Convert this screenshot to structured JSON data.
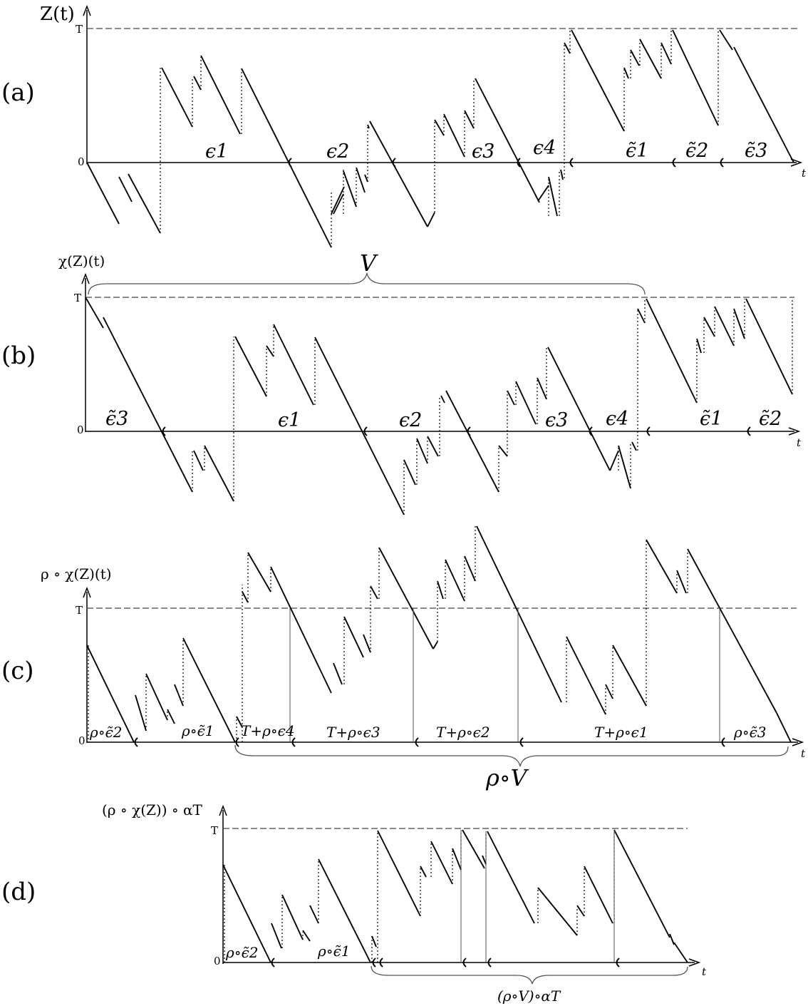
{
  "panels": {
    "a": {
      "label": "(a)",
      "ylabel": "Z(t)",
      "t_tick": "T",
      "zero_tick": "0",
      "xaxis_label": "t",
      "segments": [
        "ϵ1",
        "ϵ2",
        "ϵ3",
        "ϵ4",
        "ϵ̃1",
        "ϵ̃2",
        "ϵ̃3"
      ]
    },
    "b": {
      "label": "(b)",
      "ylabel": "χ(Z)(t)",
      "t_tick": "T",
      "zero_tick": "0",
      "xaxis_label": "t",
      "brace_label": "V",
      "segments": [
        "ϵ̃3",
        "ϵ1",
        "ϵ2",
        "ϵ3",
        "ϵ4",
        "ϵ̃1",
        "ϵ̃2"
      ]
    },
    "c": {
      "label": "(c)",
      "ylabel": "ρ ∘ χ(Z)(t)",
      "t_tick": "T",
      "zero_tick": "0",
      "xaxis_label": "t",
      "brace_label": "ρ∘V",
      "segments": [
        "ρ∘ϵ̃2",
        "ρ∘ϵ̃1",
        "T+ρ∘ϵ4",
        "T+ρ∘ϵ3",
        "T+ρ∘ϵ2",
        "T+ρ∘ϵ1",
        "ρ∘ϵ̃3"
      ]
    },
    "d": {
      "label": "(d)",
      "ylabel": "(ρ ∘ χ(Z)) ∘ αT",
      "t_tick": "T",
      "zero_tick": "0",
      "xaxis_label": "t",
      "brace_label": "(ρ∘V)∘αT",
      "segments": [
        "ρ∘ϵ̃2",
        "ρ∘ϵ̃1"
      ]
    }
  }
}
